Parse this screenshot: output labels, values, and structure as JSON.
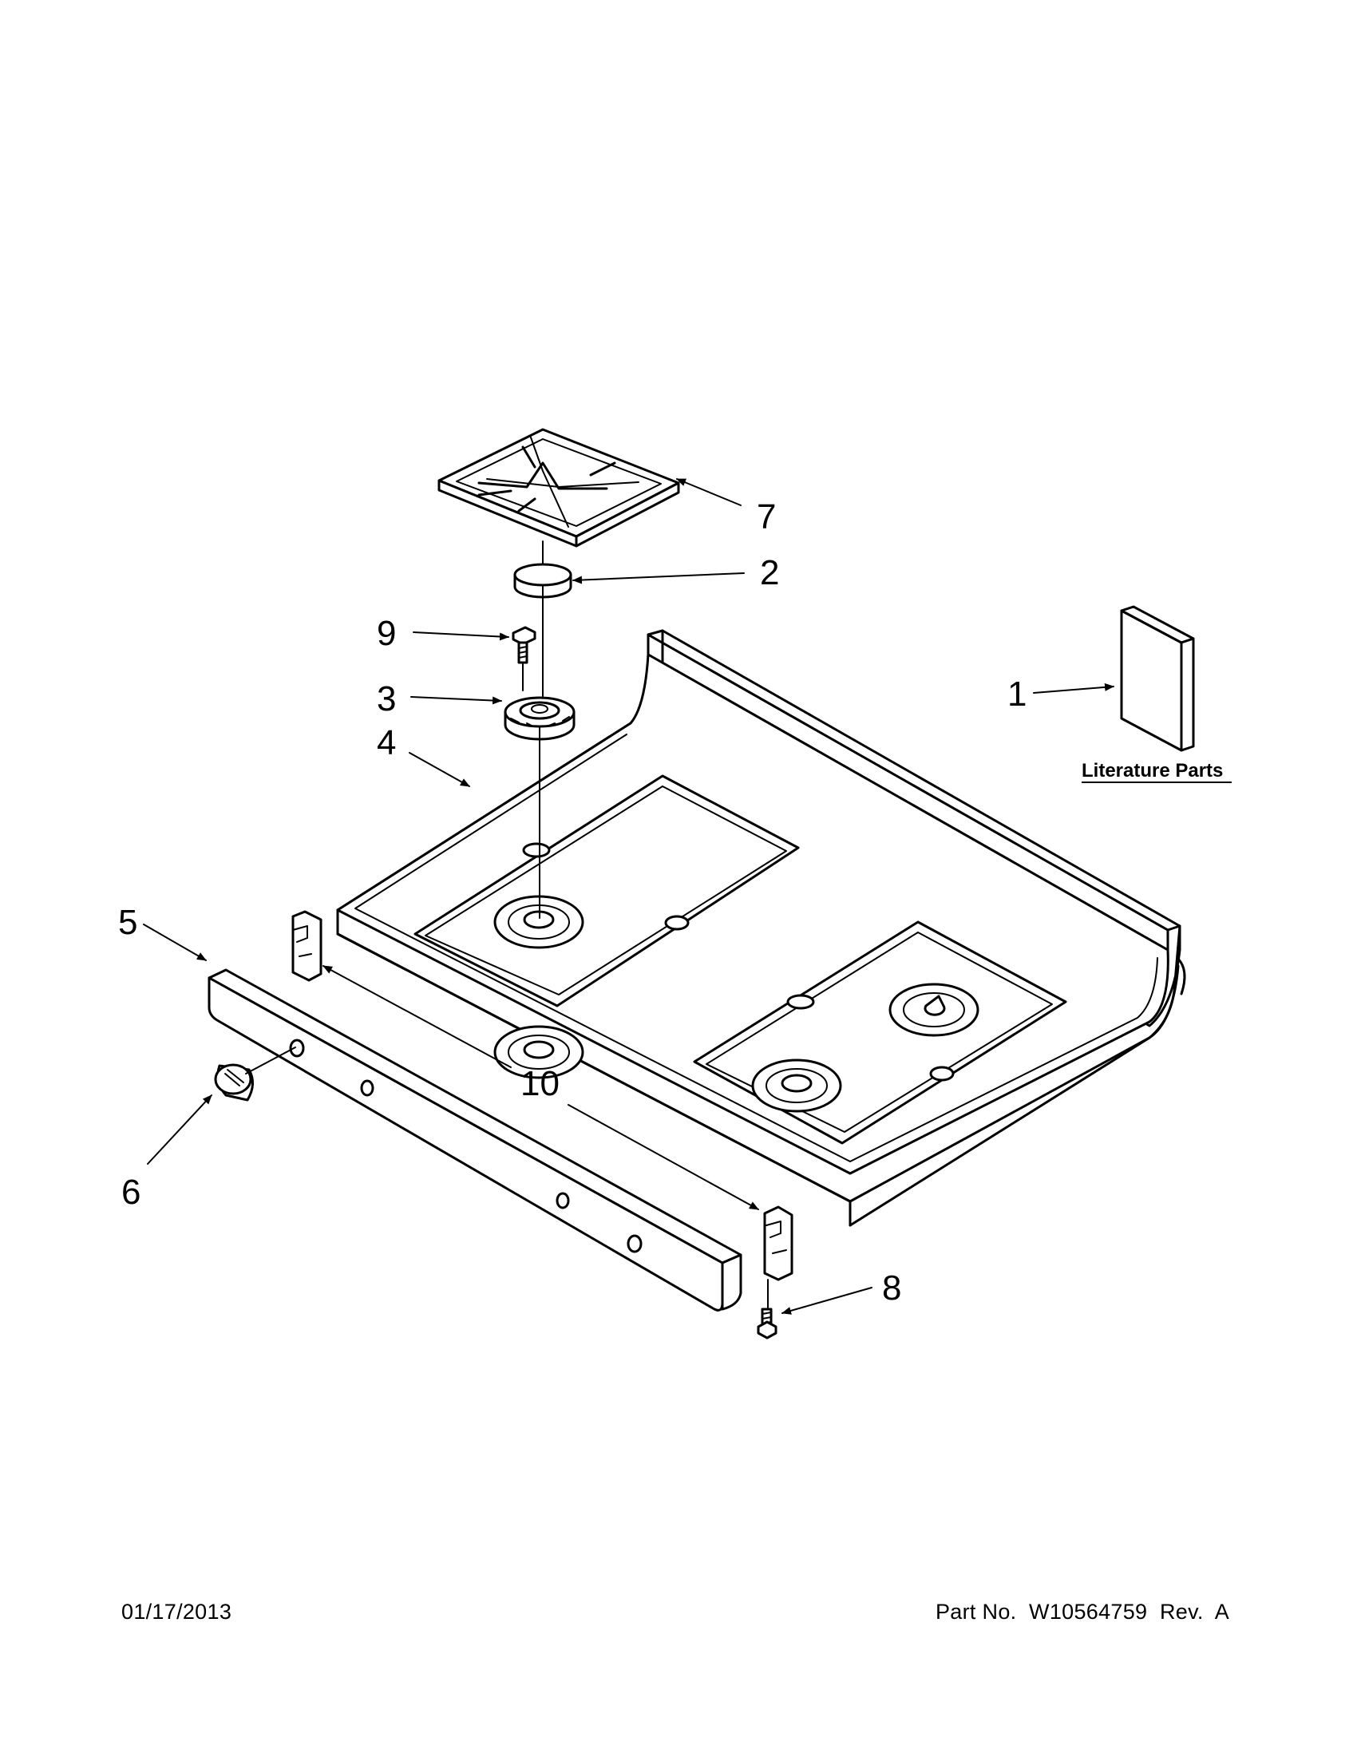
{
  "callouts": {
    "c1": "1",
    "c2": "2",
    "c3": "3",
    "c4": "4",
    "c5": "5",
    "c6": "6",
    "c7": "7",
    "c8": "8",
    "c9": "9",
    "c10": "10"
  },
  "literature_label": "Literature Parts",
  "footer": {
    "date": "01/17/2013",
    "part_no": "Part No.  W10564759  Rev.  A"
  }
}
